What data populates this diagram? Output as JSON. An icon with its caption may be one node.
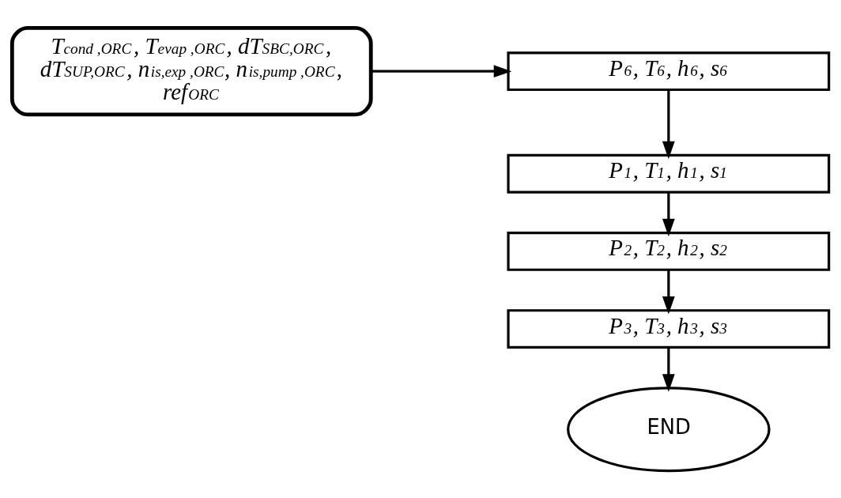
{
  "diagram": {
    "nodes": [
      {
        "text": [
          "T$_{cond ,ORC}$, T$_{evap ,ORC}$, dT$_{SBC,ORC}$, dT$_{SUP,ORC}$, n$_{is,exp ,ORC}$, n$_{is,pump ,ORC}$, ref$_{ORC}$"
        ]
      },
      {
        "text": [
          "P$_{6}$, T$_{6}$, h$_{6}$, s$_{6}$"
        ]
      },
      {
        "text": [
          "P$_{1}$, T$_{1}$, h$_{1}$, s$_{1}$"
        ]
      },
      {
        "text": [
          "P$_{2}$, T$_{2}$, h$_{2}$, s$_{2}$"
        ]
      },
      {
        "text": [
          "P$_{3}$, T$_{3}$, h$_{3}$, s$_{3}$"
        ]
      },
      {
        "text": [
          "END"
        ]
      }
    ],
    "edges": [
      {
        "from": 0,
        "to": 1,
        "arrow": "to"
      },
      {
        "from": 1,
        "to": 2,
        "arrow": "to"
      },
      {
        "from": 2,
        "to": 3,
        "arrow": "to"
      },
      {
        "from": 3,
        "to": 4,
        "arrow": "to"
      },
      {
        "from": 4,
        "to": 5,
        "arrow": "to"
      }
    ]
  }
}
